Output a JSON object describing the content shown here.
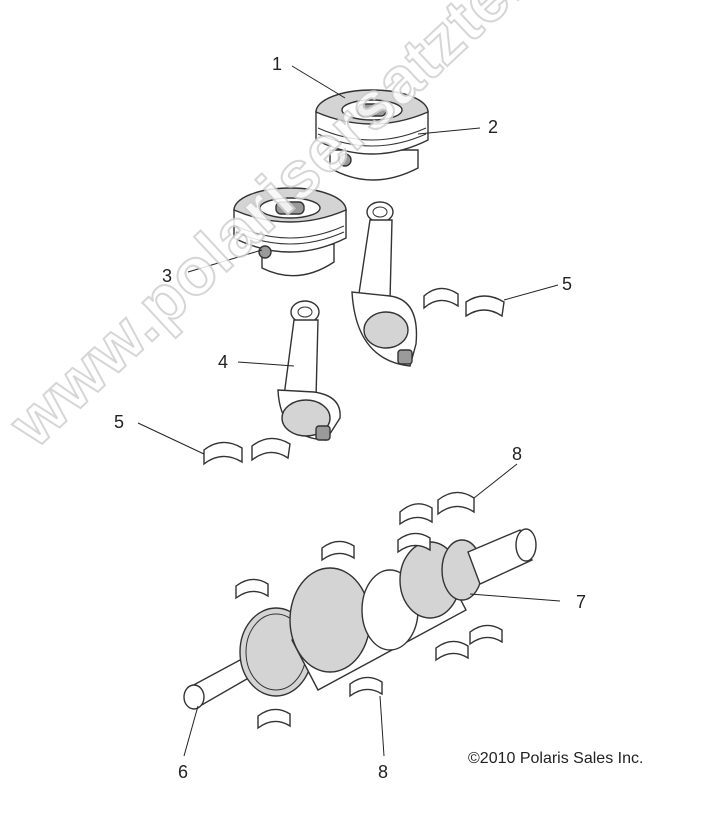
{
  "diagram": {
    "callouts": {
      "c1": "1",
      "c2": "2",
      "c3": "3",
      "c4": "4",
      "c5a": "5",
      "c5b": "5",
      "c6": "6",
      "c7": "7",
      "c8a": "8",
      "c8b": "8"
    },
    "copyright": "©2010 Polaris Sales Inc.",
    "watermark": "www.polarisersatzteile.de"
  }
}
